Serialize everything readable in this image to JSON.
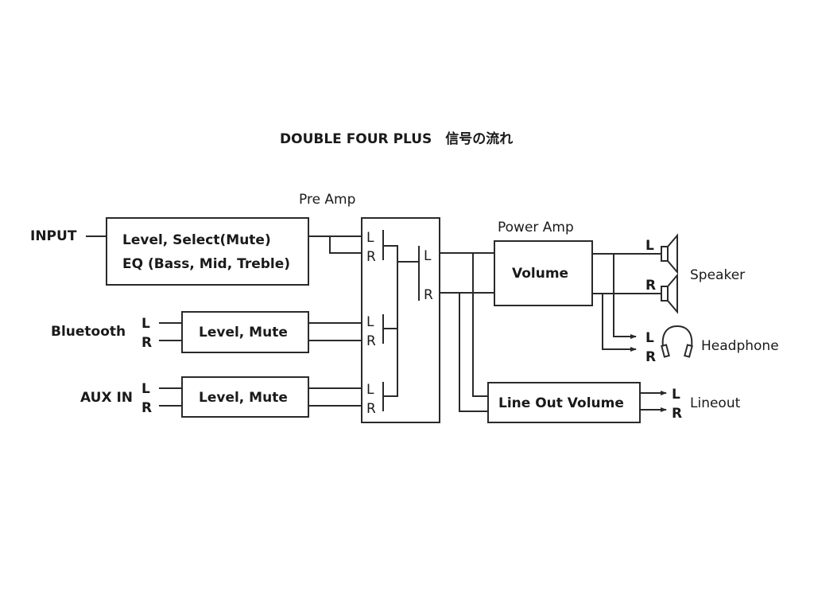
{
  "title": "DOUBLE FOUR PLUS　信号の流れ",
  "sections": {
    "pre_amp": "Pre Amp",
    "power_amp": "Power Amp"
  },
  "inputs": {
    "input": {
      "label": "INPUT",
      "box_line1": "Level, Select(Mute)",
      "box_line2": "EQ (Bass, Mid, Treble)"
    },
    "bluetooth": {
      "label": "Bluetooth",
      "box": "Level, Mute",
      "ch_l": "L",
      "ch_r": "R"
    },
    "aux": {
      "label": "AUX IN",
      "box": "Level, Mute",
      "ch_l": "L",
      "ch_r": "R"
    }
  },
  "pre_amp_box": {
    "in1_l": "L",
    "in1_r": "R",
    "in2_l": "L",
    "in2_r": "R",
    "in3_l": "L",
    "in3_r": "R",
    "out_l": "L",
    "out_r": "R"
  },
  "power_amp_box": "Volume",
  "line_out_box": "Line Out Volume",
  "outputs": {
    "speaker": {
      "label": "Speaker",
      "ch_l": "L",
      "ch_r": "R"
    },
    "headphone": {
      "label": "Headphone",
      "ch_l": "L",
      "ch_r": "R"
    },
    "lineout": {
      "label": "Lineout",
      "ch_l": "L",
      "ch_r": "R"
    }
  }
}
